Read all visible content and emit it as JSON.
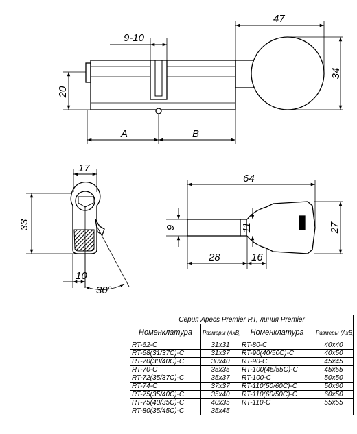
{
  "dimensions": {
    "bolt_gap": "9-10",
    "knob_width": "47",
    "knob_height": "34",
    "cylinder_height": "20",
    "side_a": "A",
    "side_b": "B",
    "profile_width": "17",
    "profile_height": "33",
    "cam_width": "10",
    "cam_angle": "30°",
    "key_length": "64",
    "key_blade_height": "9",
    "key_neck_height": "11",
    "key_head_height": "27",
    "key_blade_length": "28",
    "key_head_length": "16"
  },
  "table": {
    "caption": "Серия Apecs Premier RT, линия Premier",
    "headers": {
      "name_left": "Номенклатура",
      "size_left": "Размеры (АхВ)",
      "name_right": "Номенклатура",
      "size_right": "Размеры (АхВ)"
    },
    "rows": [
      {
        "left_name": "RT-62-C",
        "left_size": "31x31",
        "right_name": "RT-80-C",
        "right_size": "40x40"
      },
      {
        "left_name": "RT-68(31/37C)-C",
        "left_size": "31x37",
        "right_name": "RT-90(40/50C)-C",
        "right_size": "40x50"
      },
      {
        "left_name": "RT-70(30/40C)-C",
        "left_size": "30x40",
        "right_name": "RT-90-C",
        "right_size": "45x45"
      },
      {
        "left_name": "RT-70-C",
        "left_size": "35x35",
        "right_name": "RT-100(45/55C)-C",
        "right_size": "45x55"
      },
      {
        "left_name": "RT-72(35/37C)-C",
        "left_size": "35x37",
        "right_name": "RT-100-C",
        "right_size": "50x50"
      },
      {
        "left_name": "RT-74-C",
        "left_size": "37x37",
        "right_name": "RT-110(50/60C)-C",
        "right_size": "50x60"
      },
      {
        "left_name": "RT-75(35/40C)-C",
        "left_size": "35x40",
        "right_name": "RT-110(60/50C)-C",
        "right_size": "60x50"
      },
      {
        "left_name": "RT-75(40/35C)-C",
        "left_size": "40x35",
        "right_name": "RT-110-C",
        "right_size": "55x55"
      },
      {
        "left_name": "RT-80(35/45C)-C",
        "left_size": "35x45",
        "right_name": "",
        "right_size": ""
      }
    ]
  }
}
